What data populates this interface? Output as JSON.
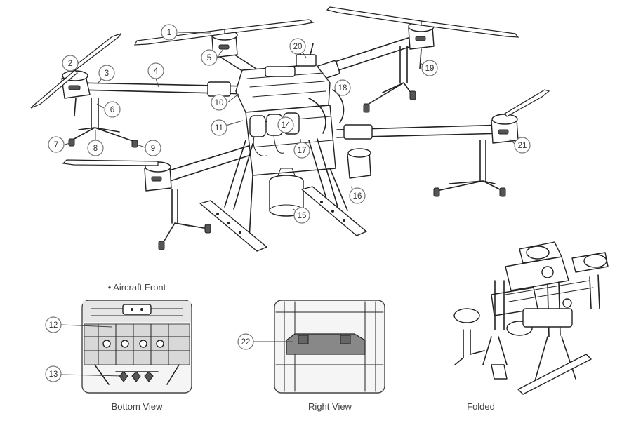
{
  "captions": {
    "aircraft_front": "• Aircraft Front",
    "bottom_view": "Bottom View",
    "right_view": "Right View",
    "folded": "Folded"
  },
  "callouts": {
    "c1": "1",
    "c2": "2",
    "c3": "3",
    "c4": "4",
    "c5": "5",
    "c6": "6",
    "c7": "7",
    "c8": "8",
    "c9": "9",
    "c10": "10",
    "c11": "11",
    "c12": "12",
    "c13": "13",
    "c14": "14",
    "c15": "15",
    "c16": "16",
    "c17": "17",
    "c18": "18",
    "c19": "19",
    "c20": "20",
    "c21": "21",
    "c22": "22"
  },
  "colors": {
    "line": "#222222",
    "callout_border": "#777777",
    "panel_bg": "#f5f5f5",
    "caption_text": "#444444"
  }
}
